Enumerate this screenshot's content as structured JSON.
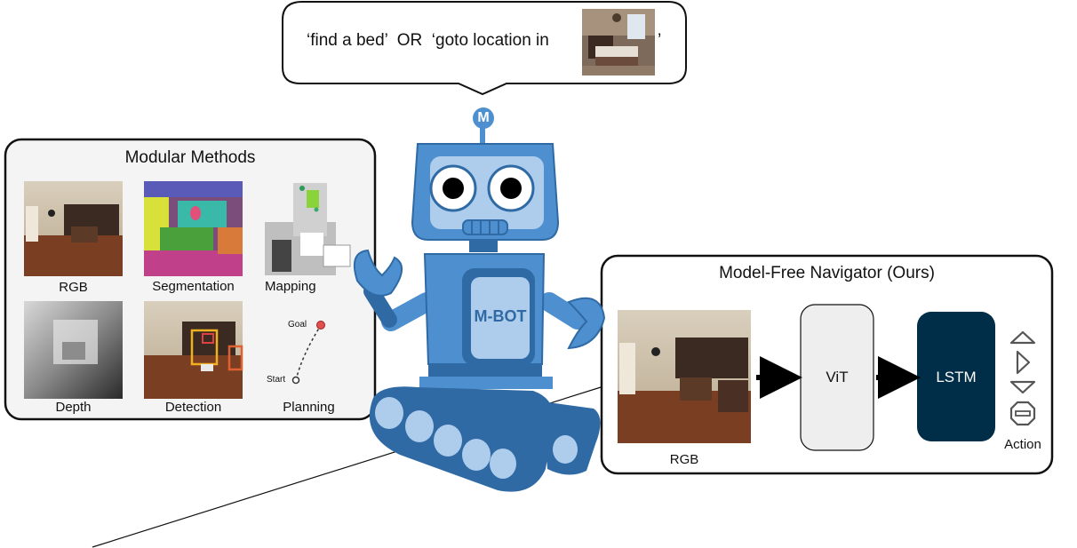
{
  "bubble": {
    "text_before": "‘find a bed’  OR  ‘goto location in",
    "text_after": "’",
    "image_icon": "bedroom-photo-icon"
  },
  "modular": {
    "title": "Modular Methods",
    "panels": [
      {
        "label": "RGB",
        "icon": "kitchen-rgb-photo-icon"
      },
      {
        "label": "Segmentation",
        "icon": "segmentation-map-icon"
      },
      {
        "label": "Mapping",
        "icon": "floorplan-map-icon"
      },
      {
        "label": "Depth",
        "icon": "depth-image-icon"
      },
      {
        "label": "Detection",
        "icon": "detection-boxes-icon"
      },
      {
        "label": "Planning",
        "icon": "path-plan-icon"
      }
    ],
    "planning": {
      "goal": "Goal",
      "start": "Start"
    }
  },
  "robot": {
    "badge": "M",
    "chest": "M-BOT"
  },
  "navigator": {
    "title": "Model-Free Navigator (Ours)",
    "rgb_label": "RGB",
    "vit": "ViT",
    "lstm": "LSTM",
    "action_label": "Action",
    "action_icons": [
      "move-forward-icon",
      "turn-right-icon",
      "turn-left-icon",
      "stop-icon"
    ]
  },
  "colors": {
    "robot_dark": "#2f6aa5",
    "robot_mid": "#4d8fcf",
    "robot_light": "#aecdec",
    "lstm": "#002d47",
    "vit": "#eeeeee"
  }
}
